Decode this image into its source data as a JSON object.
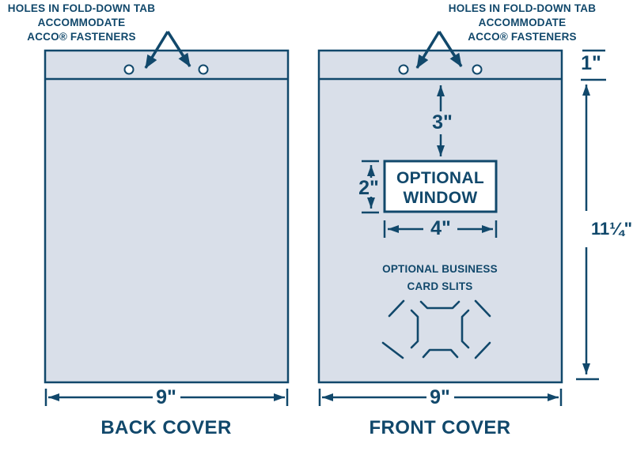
{
  "colors": {
    "navy": "#11486B",
    "panel_fill": "#D9DFE9",
    "window_fill": "#FFFFFF"
  },
  "left_panel": {
    "note": "HOLES IN FOLD-DOWN TAB\nACCOMMODATE\nACCO® FASTENERS",
    "width_dim": "9\"",
    "caption": "BACK COVER"
  },
  "right_panel": {
    "note": "HOLES IN FOLD-DOWN TAB\nACCOMMODATE\nACCO® FASTENERS",
    "tab_height_dim": "1\"",
    "window_top_offset_dim": "3\"",
    "window_height_dim": "2\"",
    "window_width_dim": "4\"",
    "cover_height_dim": "11¼\"",
    "window_label": "OPTIONAL\nWINDOW",
    "card_slits_label": "OPTIONAL BUSINESS\nCARD SLITS",
    "width_dim": "9\"",
    "caption": "FRONT COVER"
  }
}
